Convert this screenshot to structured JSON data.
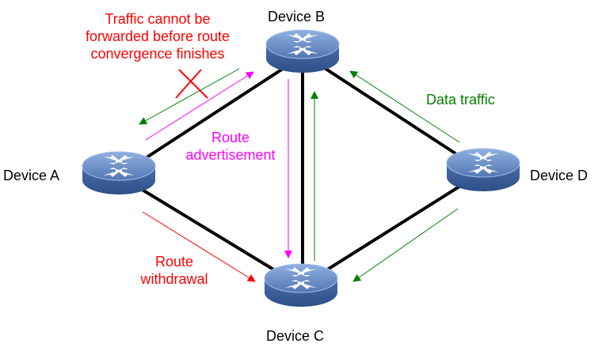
{
  "devices": {
    "a": "Device A",
    "b": "Device B",
    "c": "Device C",
    "d": "Device D"
  },
  "annotations": {
    "blocked_line1": "Traffic cannot be",
    "blocked_line2": "forwarded before route",
    "blocked_line3": "convergence finishes",
    "advertisement_line1": "Route",
    "advertisement_line2": "advertisement",
    "withdrawal_line1": "Route",
    "withdrawal_line2": "withdrawal",
    "data_traffic": "Data traffic"
  },
  "colors": {
    "link": "#000000",
    "blocked": "#ff0000",
    "advertisement": "#ff00ff",
    "withdrawal": "#ff0000",
    "data_traffic": "#008000",
    "router_top": "#5f84bf",
    "router_side": "#3b5f9a"
  },
  "icons": {
    "router": "router-icon",
    "block": "cross-icon"
  }
}
